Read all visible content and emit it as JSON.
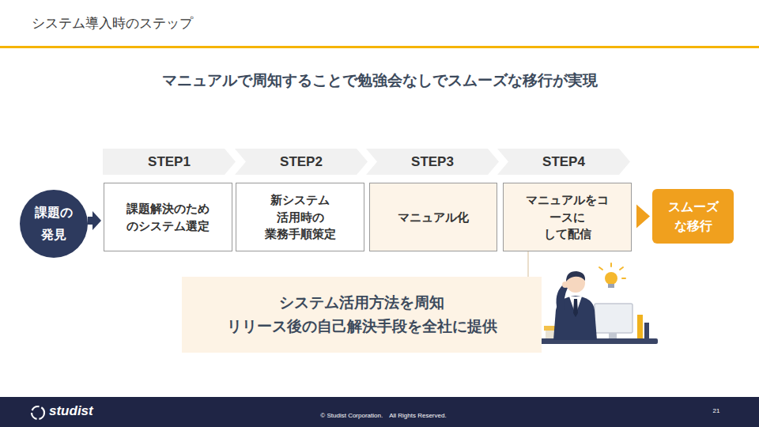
{
  "diagram": {
    "title": "システム導入時のステップ",
    "nodes": [
      {
        "text": [
          "STEP1"
        ]
      },
      {
        "text": [
          "STEP2"
        ]
      },
      {
        "text": [
          "STEP3"
        ]
      },
      {
        "text": [
          "STEP4"
        ]
      },
      {
        "text": [
          "課題の 発見"
        ]
      },
      {
        "text": [
          "課題解決のため のシステム選定"
        ]
      },
      {
        "text": [
          "新システム 活用時の 業務手順策定"
        ]
      },
      {
        "text": [
          "マニュアル化"
        ]
      },
      {
        "text": [
          "マニュアルをコ ースに して配信"
        ]
      },
      {
        "text": [
          "スムーズ な移行"
        ]
      },
      {
        "text": [
          "システム活用方法を周知",
          "リリース後の自己解決手段を全社に提供"
        ]
      }
    ],
    "edges": [
      {
        "from": 4,
        "to": 5,
        "arrow": "to"
      },
      {
        "from": 8,
        "to": 9,
        "arrow": "to"
      },
      {
        "from": 8,
        "to": 10,
        "arrow": "none"
      }
    ],
    "labels": [
      "マニュアルで周知することで勉強会なしでスムーズな移行が実現",
      "studist",
      "© Studist Corporation.　All Rights Reserved.",
      "21"
    ]
  }
}
